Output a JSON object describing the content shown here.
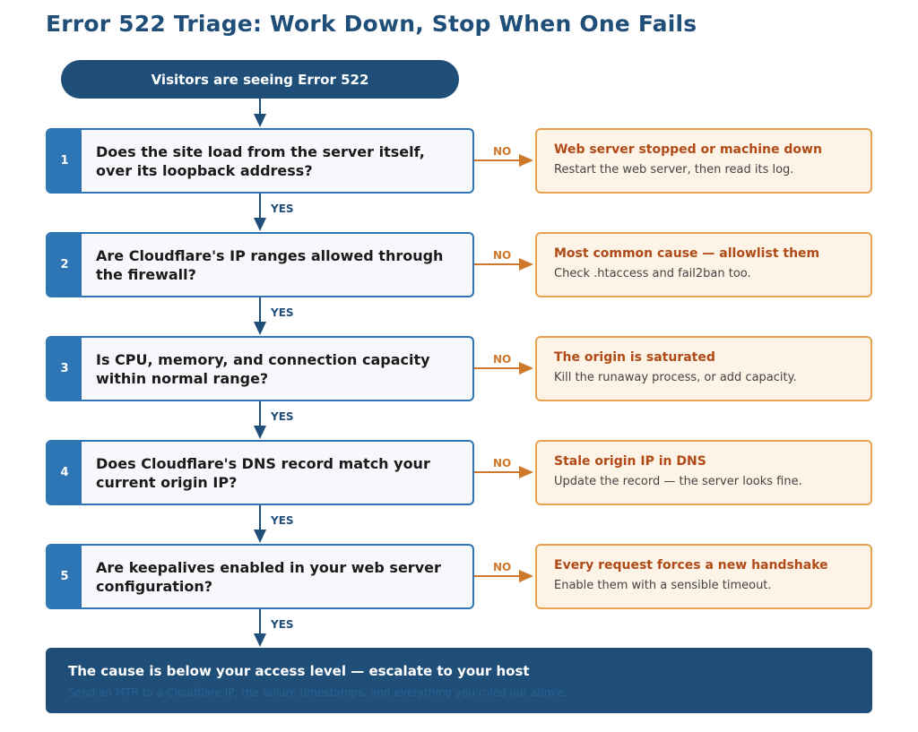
{
  "title": "Error 522 Triage: Work Down, Stop When One Fails",
  "start": "Visitors are seeing Error 522",
  "labels": {
    "yes": "YES",
    "no": "NO"
  },
  "steps": [
    {
      "num": "1",
      "question": "Does the site load from the server itself, over its loopback address?",
      "result_title": "Web server stopped or machine down",
      "result_body": "Restart the web server, then read its log."
    },
    {
      "num": "2",
      "question": "Are Cloudflare's IP ranges allowed through the firewall?",
      "result_title": "Most common cause — allowlist them",
      "result_body": "Check .htaccess and fail2ban too."
    },
    {
      "num": "3",
      "question": "Is CPU, memory, and connection capacity within normal range?",
      "result_title": "The origin is saturated",
      "result_body": "Kill the runaway process, or add capacity."
    },
    {
      "num": "4",
      "question": "Does Cloudflare's DNS record match your current origin IP?",
      "result_title": "Stale origin IP in DNS",
      "result_body": "Update the record — the server looks fine."
    },
    {
      "num": "5",
      "question": "Are keepalives enabled in your web server configuration?",
      "result_title": "Every request forces a new handshake",
      "result_body": "Enable them with a sensible timeout."
    }
  ],
  "final": {
    "title": "The cause is below your access level — escalate to your host",
    "body": "Send an MTR to a Cloudflare IP, the failure timestamps, and everything you ruled out above."
  },
  "colors": {
    "navy": "#1f4e79",
    "blue": "#2e75b6",
    "orange": "#d0782a",
    "orange_border": "#e8a24e",
    "result_fill": "#fdf3e6",
    "result_title": "#b04a17"
  }
}
